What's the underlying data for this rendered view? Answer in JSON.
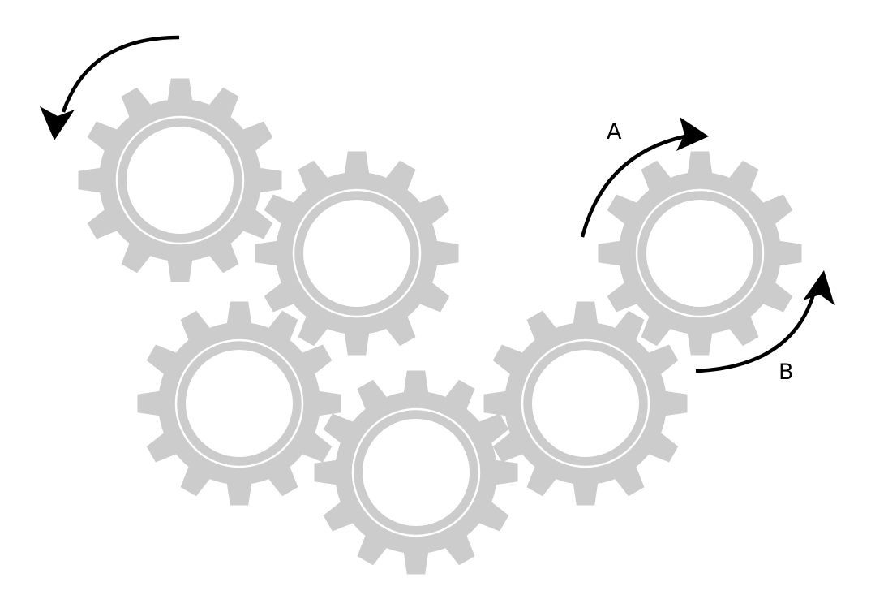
{
  "diagram": {
    "gear_color": "#cccccc",
    "arrow_color": "#000000",
    "background": "#ffffff",
    "gear_count": 6,
    "arrows": {
      "top_left": {
        "label": "",
        "direction": "counterclockwise"
      },
      "a": {
        "label": "A",
        "direction": "clockwise"
      },
      "b": {
        "label": "B",
        "direction": "counterclockwise"
      }
    }
  }
}
